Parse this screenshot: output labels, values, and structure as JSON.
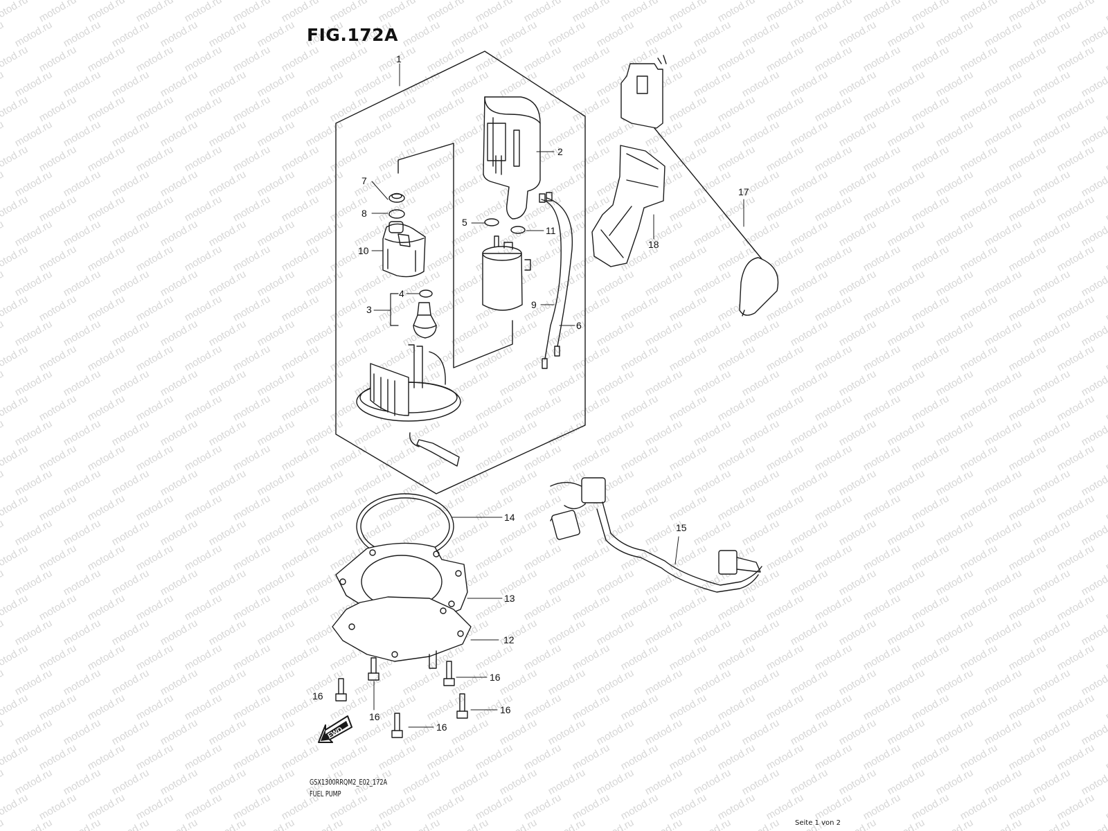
{
  "figure": {
    "title": "FIG.172A",
    "code": "GSX1300RRQM2_E02_172A",
    "name": "FUEL PUMP",
    "page_indicator": "Seite 1 von 2",
    "watermark": "motod.ru",
    "fwd_label": "FWD"
  },
  "callouts": {
    "c1": "1",
    "c2": "2",
    "c3": "3",
    "c4": "4",
    "c5": "5",
    "c6": "6",
    "c7": "7",
    "c8": "8",
    "c9": "9",
    "c10": "10",
    "c11": "11",
    "c12": "12",
    "c13": "13",
    "c14": "14",
    "c15": "15",
    "c16": "16",
    "c17": "17",
    "c18": "18"
  },
  "colors": {
    "line": "#1a1a1a",
    "watermark": "#d6d6d6",
    "background": "#ffffff"
  }
}
